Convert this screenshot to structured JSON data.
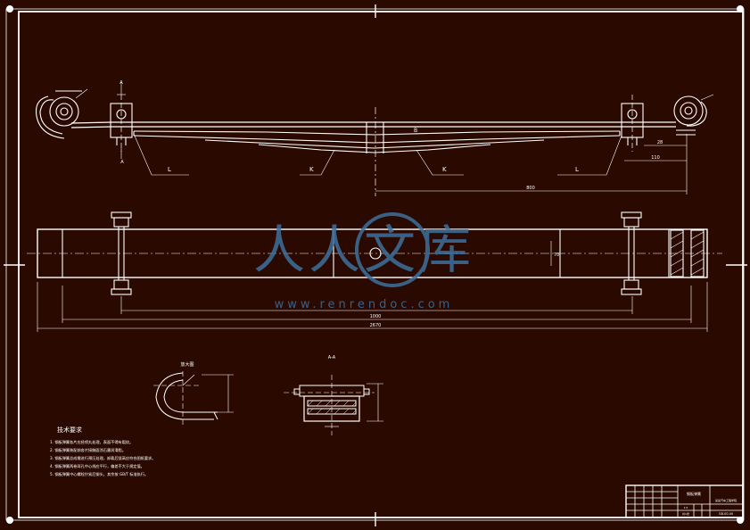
{
  "colors": {
    "background": "#2a0a00",
    "line": "#ffffff",
    "watermark": "#3d6f9e"
  },
  "labels": {
    "section_mark_top": "A",
    "section_mark_bottom": "A",
    "leader_l_left": "L",
    "leader_k_left": "K",
    "leader_k_right": "K",
    "leader_l_right": "L",
    "center_mark": "B",
    "dim_eye": "28",
    "dim_eye_offset": "110",
    "dim_half_span": "800",
    "dim_width": "70",
    "dim_span_1": "1000",
    "dim_span_2": "2670",
    "view_title_eye": "放大图",
    "view_title_section": "A-A",
    "notes_title": "技术要求",
    "watermark_main": "人人文库",
    "watermark_url": "www.renrendoc.com"
  },
  "notes": [
    "1. 钢板弹簧各片应经喷丸处理，表面不得有裂纹。",
    "2. 钢板弹簧装配前各片接触面涂石墨润滑脂。",
    "3. 钢板弹簧总成需进行预压处理，卸载后弧高应符合图纸要求。",
    "4. 钢板弹簧两卷耳孔中心线应平行，偏差不大于规定值。",
    "5. 钢板弹簧中心螺栓拧紧后铆头，其余按 GB/T 标准执行。"
  ],
  "title_block": {
    "drawing_name": "钢板弹簧",
    "company": "某某汽车工程学院",
    "drawing_no": "GB-00-00",
    "scale": "1:5",
    "sheet": "共1张"
  }
}
